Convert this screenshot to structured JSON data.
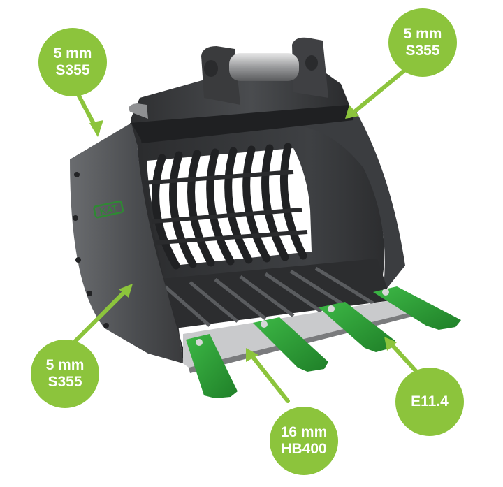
{
  "colors": {
    "accent_green": "#8cc43c",
    "teeth_green": "#2f9a36",
    "steel_dark": "#3a3b3d",
    "steel_mid": "#55575a",
    "background": "#ffffff"
  },
  "icons": [
    "logo-mark-icon"
  ],
  "logo": {
    "text": "KAT"
  },
  "callouts": {
    "top_left": {
      "line1": "5 mm",
      "line2": "S355"
    },
    "top_right": {
      "line1": "5 mm",
      "line2": "S355"
    },
    "bottom_left": {
      "line1": "5 mm",
      "line2": "S355"
    },
    "bottom_center": {
      "line1": "16 mm",
      "line2": "HB400"
    },
    "bottom_right": {
      "line1": "E11.4",
      "line2": ""
    }
  }
}
